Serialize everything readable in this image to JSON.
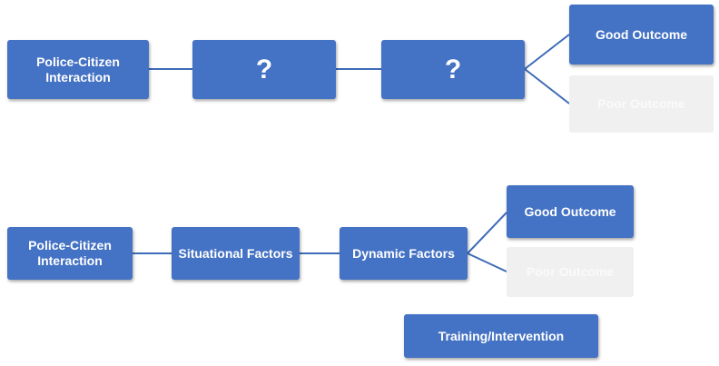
{
  "top_flow": {
    "start": "Police-Citizen Interaction",
    "step2": "?",
    "step3": "?",
    "good": "Good Outcome",
    "poor": "Poor Outcome"
  },
  "bottom_flow": {
    "start": "Police-Citizen Interaction",
    "step2": "Situational Factors",
    "step3": "Dynamic Factors",
    "good": "Good Outcome",
    "poor": "Poor Outcome",
    "intervention": "Training/Intervention"
  },
  "colors": {
    "box_fill": "#4472c4",
    "faded_fill": "#f0f0f0",
    "connector": "#3e6bb8",
    "text": "#ffffff"
  }
}
